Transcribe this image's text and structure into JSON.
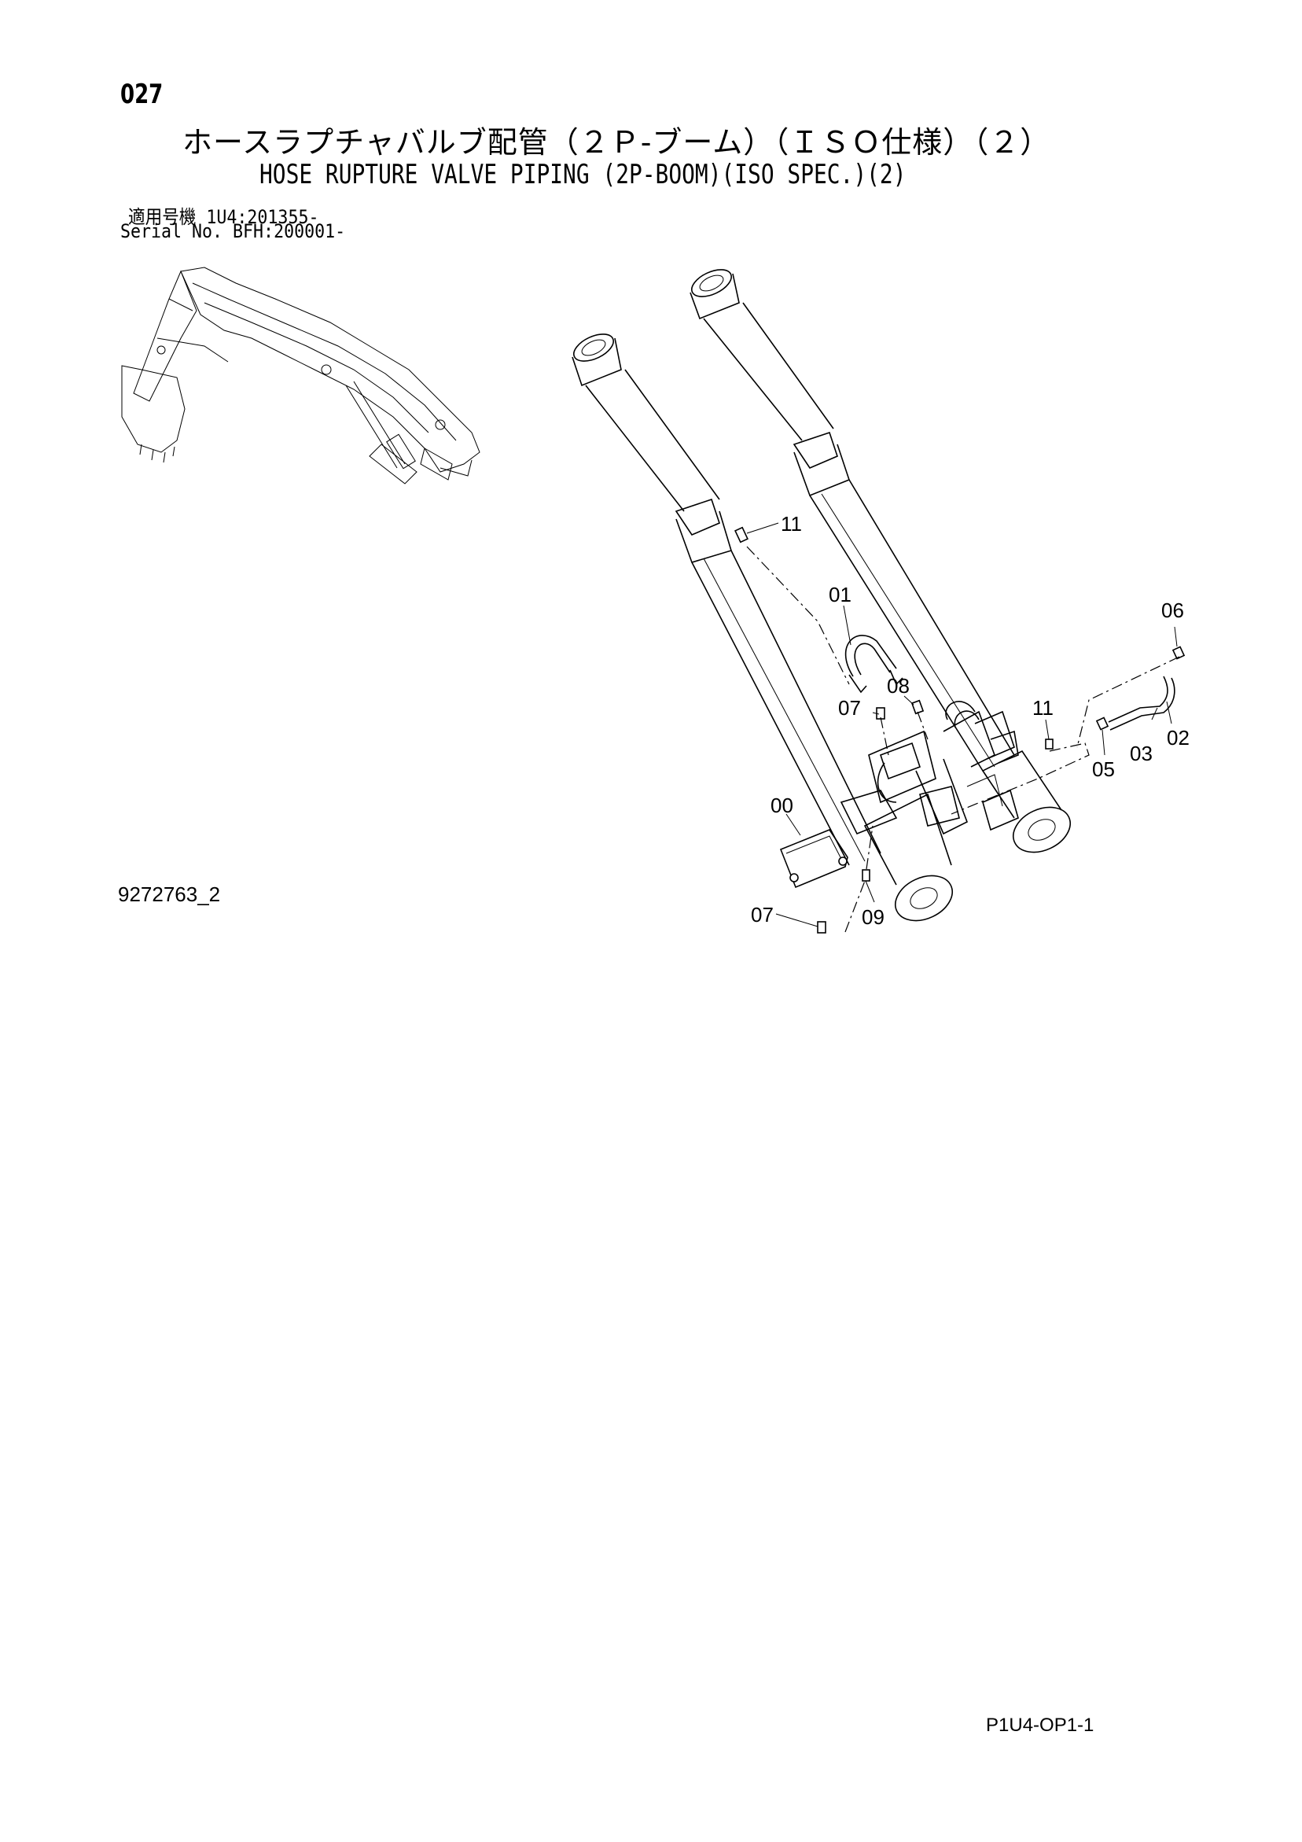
{
  "header": {
    "page_number": "027",
    "title_jp": "ホースラプチャバルブ配管（２Ｐ-ブーム）（ＩＳＯ仕様）（２）",
    "title_en": "HOSE RUPTURE VALVE PIPING (2P-BOOM)(ISO SPEC.)(2)",
    "serial_line_1": "適用号機  1U4:201355-",
    "serial_line_2": "Serial No. BFH:200001-"
  },
  "figure": {
    "code": "9272763_2",
    "callouts": {
      "c00": "00",
      "c01": "01",
      "c02": "02",
      "c03": "03",
      "c05": "05",
      "c06": "06",
      "c07a": "07",
      "c07b": "07",
      "c08": "08",
      "c09": "09",
      "c11a": "11",
      "c11b": "11"
    }
  },
  "footer": {
    "page_code": "P1U4-OP1-1"
  }
}
